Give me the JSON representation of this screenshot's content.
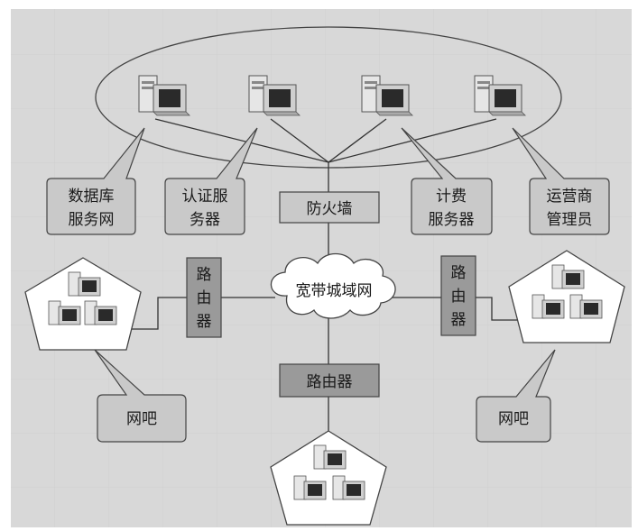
{
  "diagram": {
    "servers": [
      {
        "label_lines": [
          "数据库",
          "服务网"
        ]
      },
      {
        "label_lines": [
          "认证服",
          "务器"
        ]
      },
      {
        "label_lines": [
          "计费",
          "服务器"
        ]
      },
      {
        "label_lines": [
          "运营商",
          "管理员"
        ]
      }
    ],
    "firewall": "防火墙",
    "cloud": "宽带城域网",
    "router_left": [
      "路",
      "由",
      "器"
    ],
    "router_right": [
      "路",
      "由",
      "器"
    ],
    "router_bottom": "路由器",
    "netbar_left": "网吧",
    "netbar_right": "网吧"
  },
  "colors": {
    "background": "#d8d8d8",
    "box_fill": "#c9c9c9",
    "router_fill": "#9a9a9a",
    "line": "#3a3a3a",
    "pentagon_fill": "#ffffff",
    "computer_body": "#bfbfbf",
    "screen": "#2a2a2a"
  }
}
